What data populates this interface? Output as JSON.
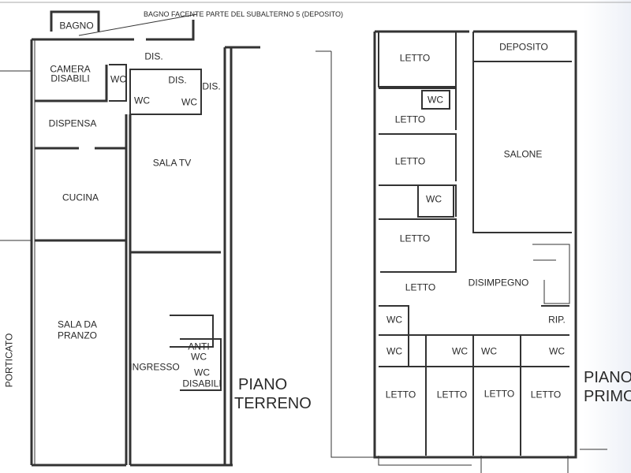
{
  "note": "BAGNO FACENTE PARTE DEL SUBALTERNO 5 (DEPOSITO)",
  "ground": {
    "title1": "PIANO",
    "title2": "TERRENO",
    "rooms": {
      "bagno": "BAGNO",
      "dis1": "DIS.",
      "camera": "CAMERA",
      "disabili": "DISABILI",
      "wc1": "WC",
      "dis2": "DIS.",
      "dis3": "DIS.",
      "wc2": "WC",
      "wc3": "WC",
      "dispensa": "DISPENSA",
      "salatv": "SALA TV",
      "cucina": "CUCINA",
      "saladapranzo1": "SALA DA",
      "saladapranzo2": "PRANZO",
      "porticato": "PORTICATO",
      "ingresso": "INGRESSO",
      "anti": "ANTI",
      "antiwc": "WC",
      "wcd": "WC",
      "wcdisabili": "DISABILI"
    }
  },
  "first": {
    "title1": "PIANO",
    "title2": "PRIMO",
    "rooms": {
      "letto1": "LETTO",
      "deposito": "DEPOSITO",
      "wc1": "WC",
      "letto2": "LETTO",
      "letto3": "LETTO",
      "salone": "SALONE",
      "wc2": "WC",
      "letto4": "LETTO",
      "letto5": "LETTO",
      "disimpegno": "DISIMPEGNO",
      "wc3": "WC",
      "rip": "RIP.",
      "wc4": "WC",
      "wc5": "WC",
      "wc6": "WC",
      "wc7": "WC",
      "letto6": "LETTO",
      "letto7": "LETTO",
      "letto8": "LETTO",
      "letto9": "LETTO"
    }
  }
}
